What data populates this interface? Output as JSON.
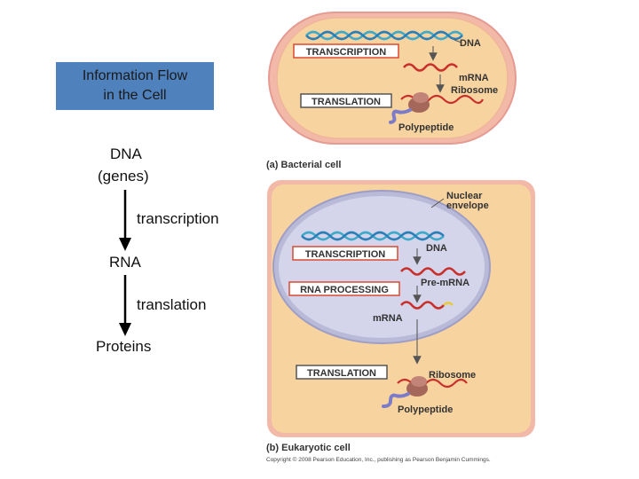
{
  "title": {
    "line1": "Information Flow",
    "line2": "in the Cell"
  },
  "flow": {
    "dna_line1": "DNA",
    "dna_line2": "(genes)",
    "step1": "transcription",
    "rna": "RNA",
    "step2": "translation",
    "proteins": "Proteins"
  },
  "bacterial": {
    "dna": "DNA",
    "transcription": "TRANSCRIPTION",
    "mrna": "mRNA",
    "ribosome": "Ribosome",
    "translation": "TRANSLATION",
    "polypeptide": "Polypeptide",
    "caption": "(a) Bacterial cell"
  },
  "eukaryotic": {
    "nuclear1": "Nuclear",
    "nuclear2": "envelope",
    "dna": "DNA",
    "transcription": "TRANSCRIPTION",
    "processing": "RNA PROCESSING",
    "premrna": "Pre-mRNA",
    "mrna": "mRNA",
    "translation": "TRANSLATION",
    "ribosome": "Ribosome",
    "polypeptide": "Polypeptide",
    "caption": "(b) Eukaryotic cell"
  },
  "copyright": "Copyright © 2008 Pearson Education, Inc., publishing as Pearson Benjamin Cummings.",
  "colors": {
    "title_bg": "#4f81bd",
    "cell": "#f5d19e",
    "cell_border": "#f0a3a0",
    "nucleus": "#cfcfe6",
    "box_border": "#d94a32"
  }
}
